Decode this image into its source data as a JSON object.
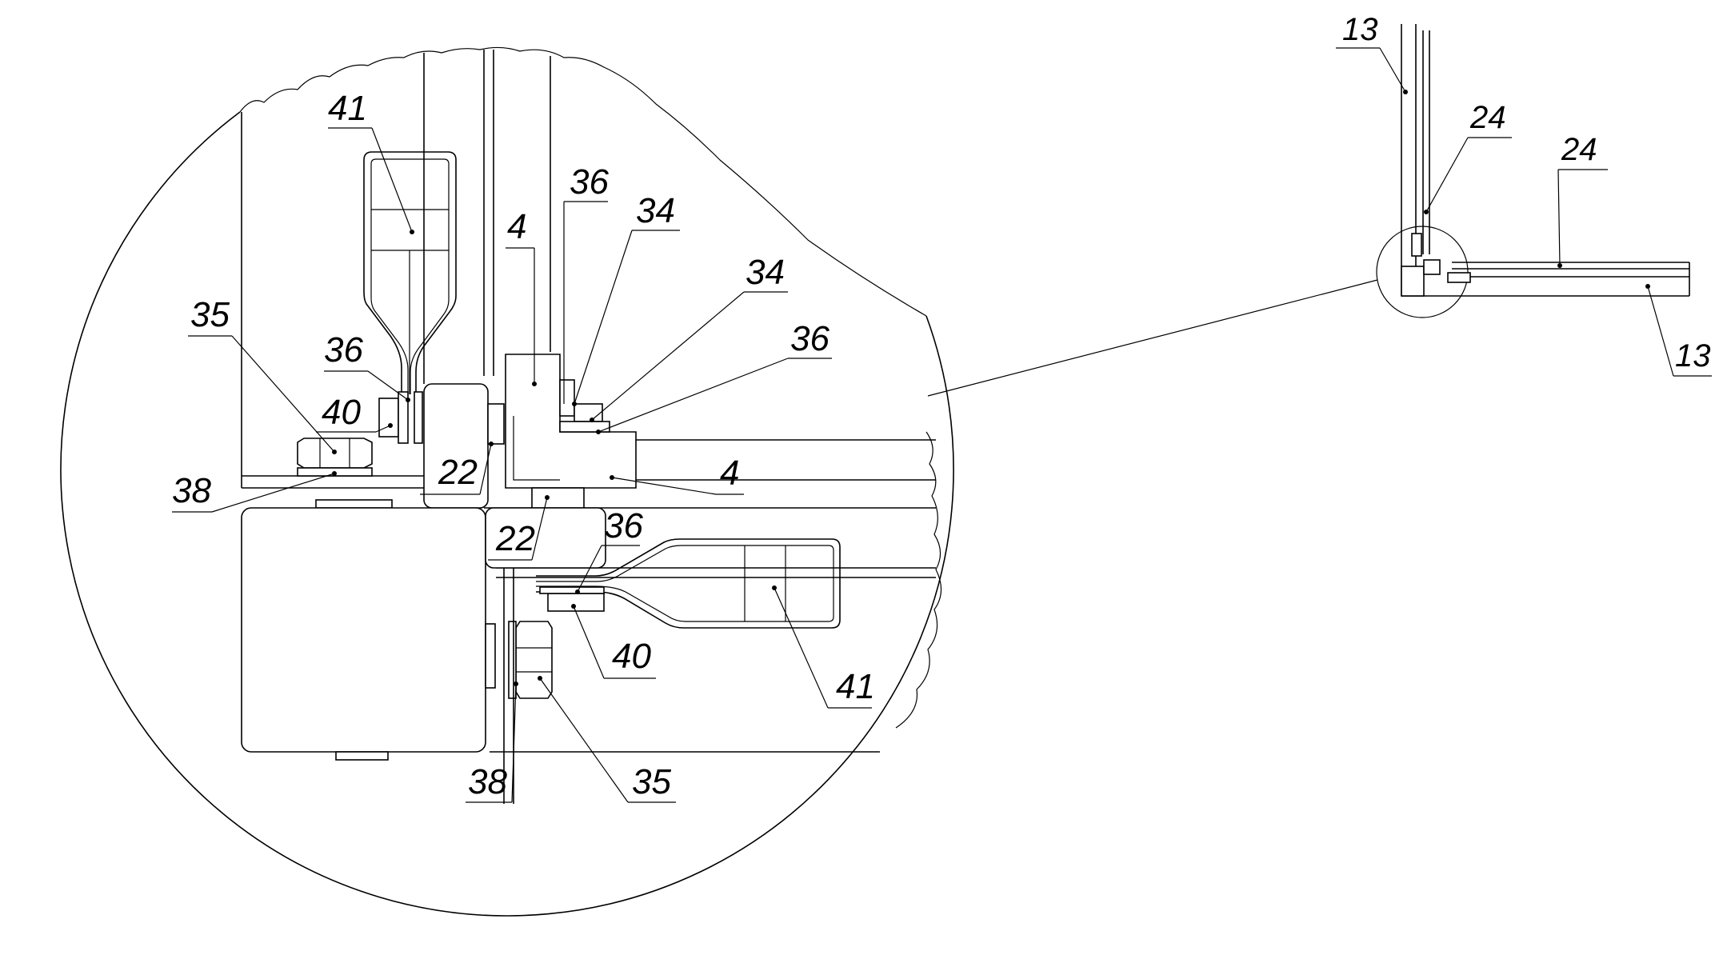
{
  "labels": {
    "l41a": "41",
    "l36a": "36",
    "l34a": "34",
    "l4a": "4",
    "l34b": "34",
    "l36b": "36",
    "l35a": "35",
    "l36c": "36",
    "l40a": "40",
    "l22a": "22",
    "l4b": "4",
    "l38a": "38",
    "l22b": "22",
    "l36d": "36",
    "l40b": "40",
    "l41b": "41",
    "l38b": "38",
    "l35b": "35",
    "l13a": "13",
    "l24a": "24",
    "l24b": "24",
    "l13b": "13"
  }
}
